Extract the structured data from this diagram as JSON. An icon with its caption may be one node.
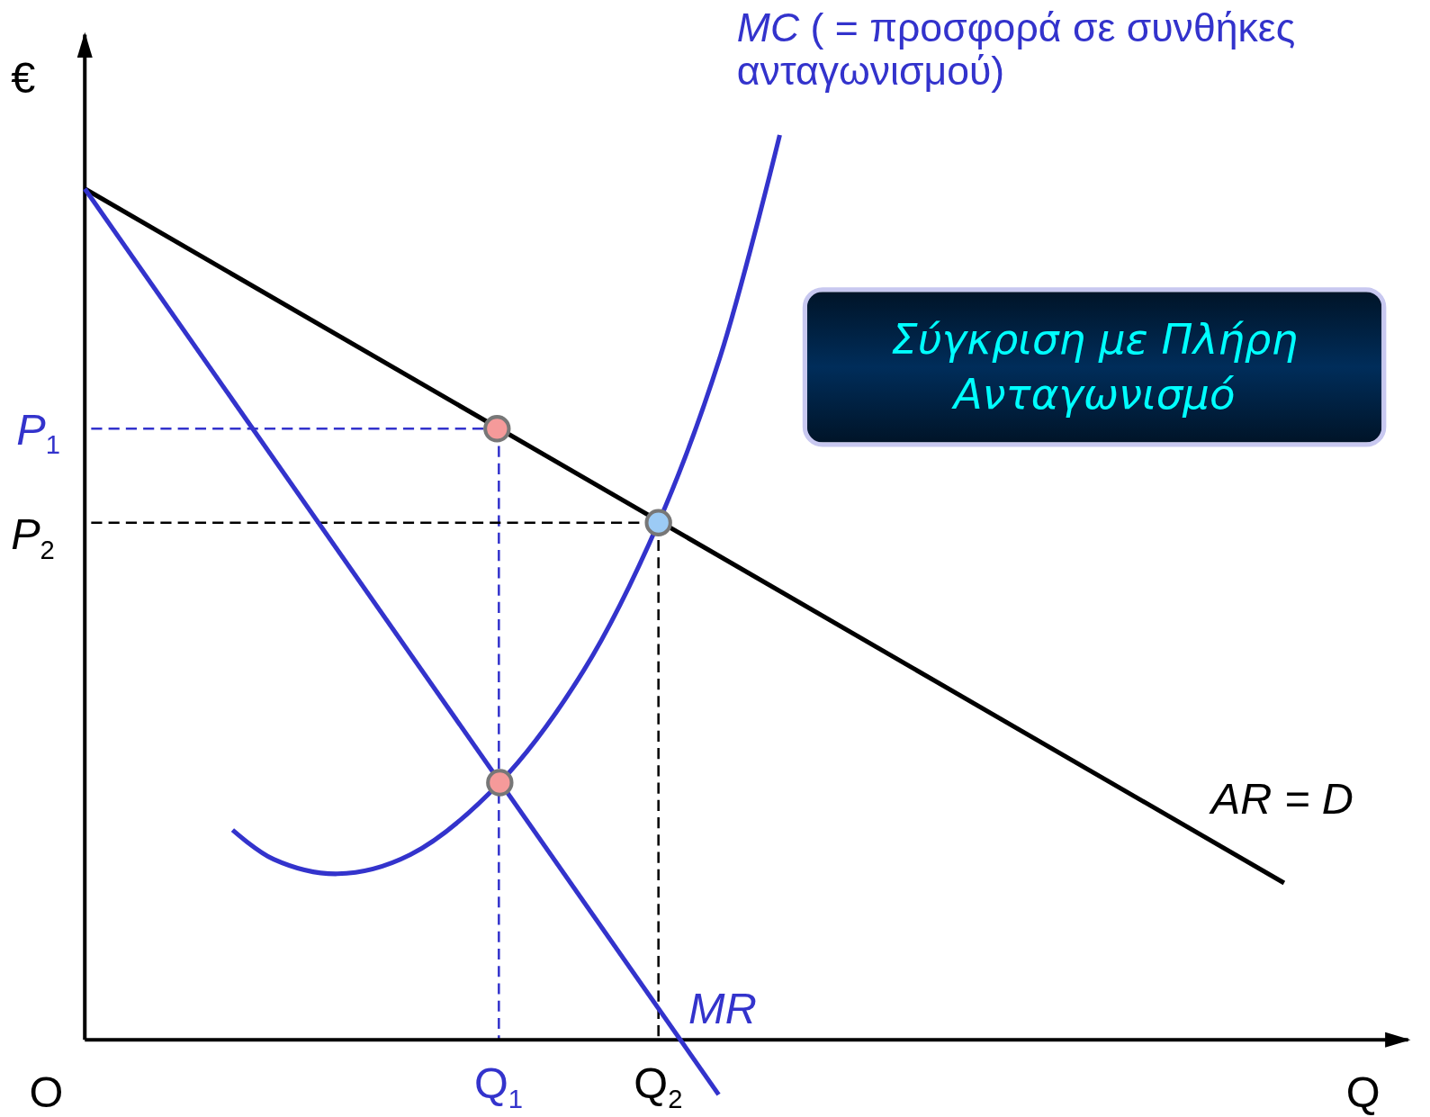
{
  "diagram": {
    "nodes": [
      {
        "text": [
          "Σύγκριση με Πλήρη Ανταγωνισμό"
        ]
      }
    ],
    "labels": [
      "€",
      "*MC* ( = προσφορά σε συνθήκες ανταγωνισμού)",
      "*P*$_{1}$",
      "*P*$_{2}$",
      "AR = D",
      "MR",
      "O",
      "Q$_{1}$",
      "Q$_{2}$",
      "Q"
    ]
  }
}
